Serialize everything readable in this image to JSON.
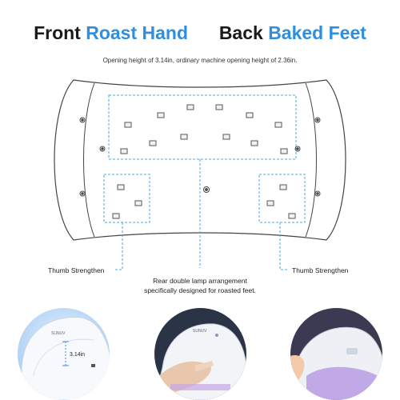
{
  "title": {
    "front": "Front",
    "roast_hand": "Roast Hand",
    "back": "Back",
    "baked_feet": "Baked Feet"
  },
  "subtitle": "Opening height of 3.14in, ordinary machine opening height of 2.36in.",
  "labels": {
    "thumb_left": "Thumb Strengthen",
    "thumb_right": "Thumb Strengthen",
    "rear_line1": "Rear double lamp arrangement",
    "rear_line2": "specifically designed for roasted feet."
  },
  "photos": {
    "height_label": "3.14in",
    "brand_text": "SUNUV"
  },
  "colors": {
    "accent": "#2e8fe0",
    "dashed": "#4aa8e0",
    "led": "#f2f2f2",
    "led_border": "#555555"
  }
}
